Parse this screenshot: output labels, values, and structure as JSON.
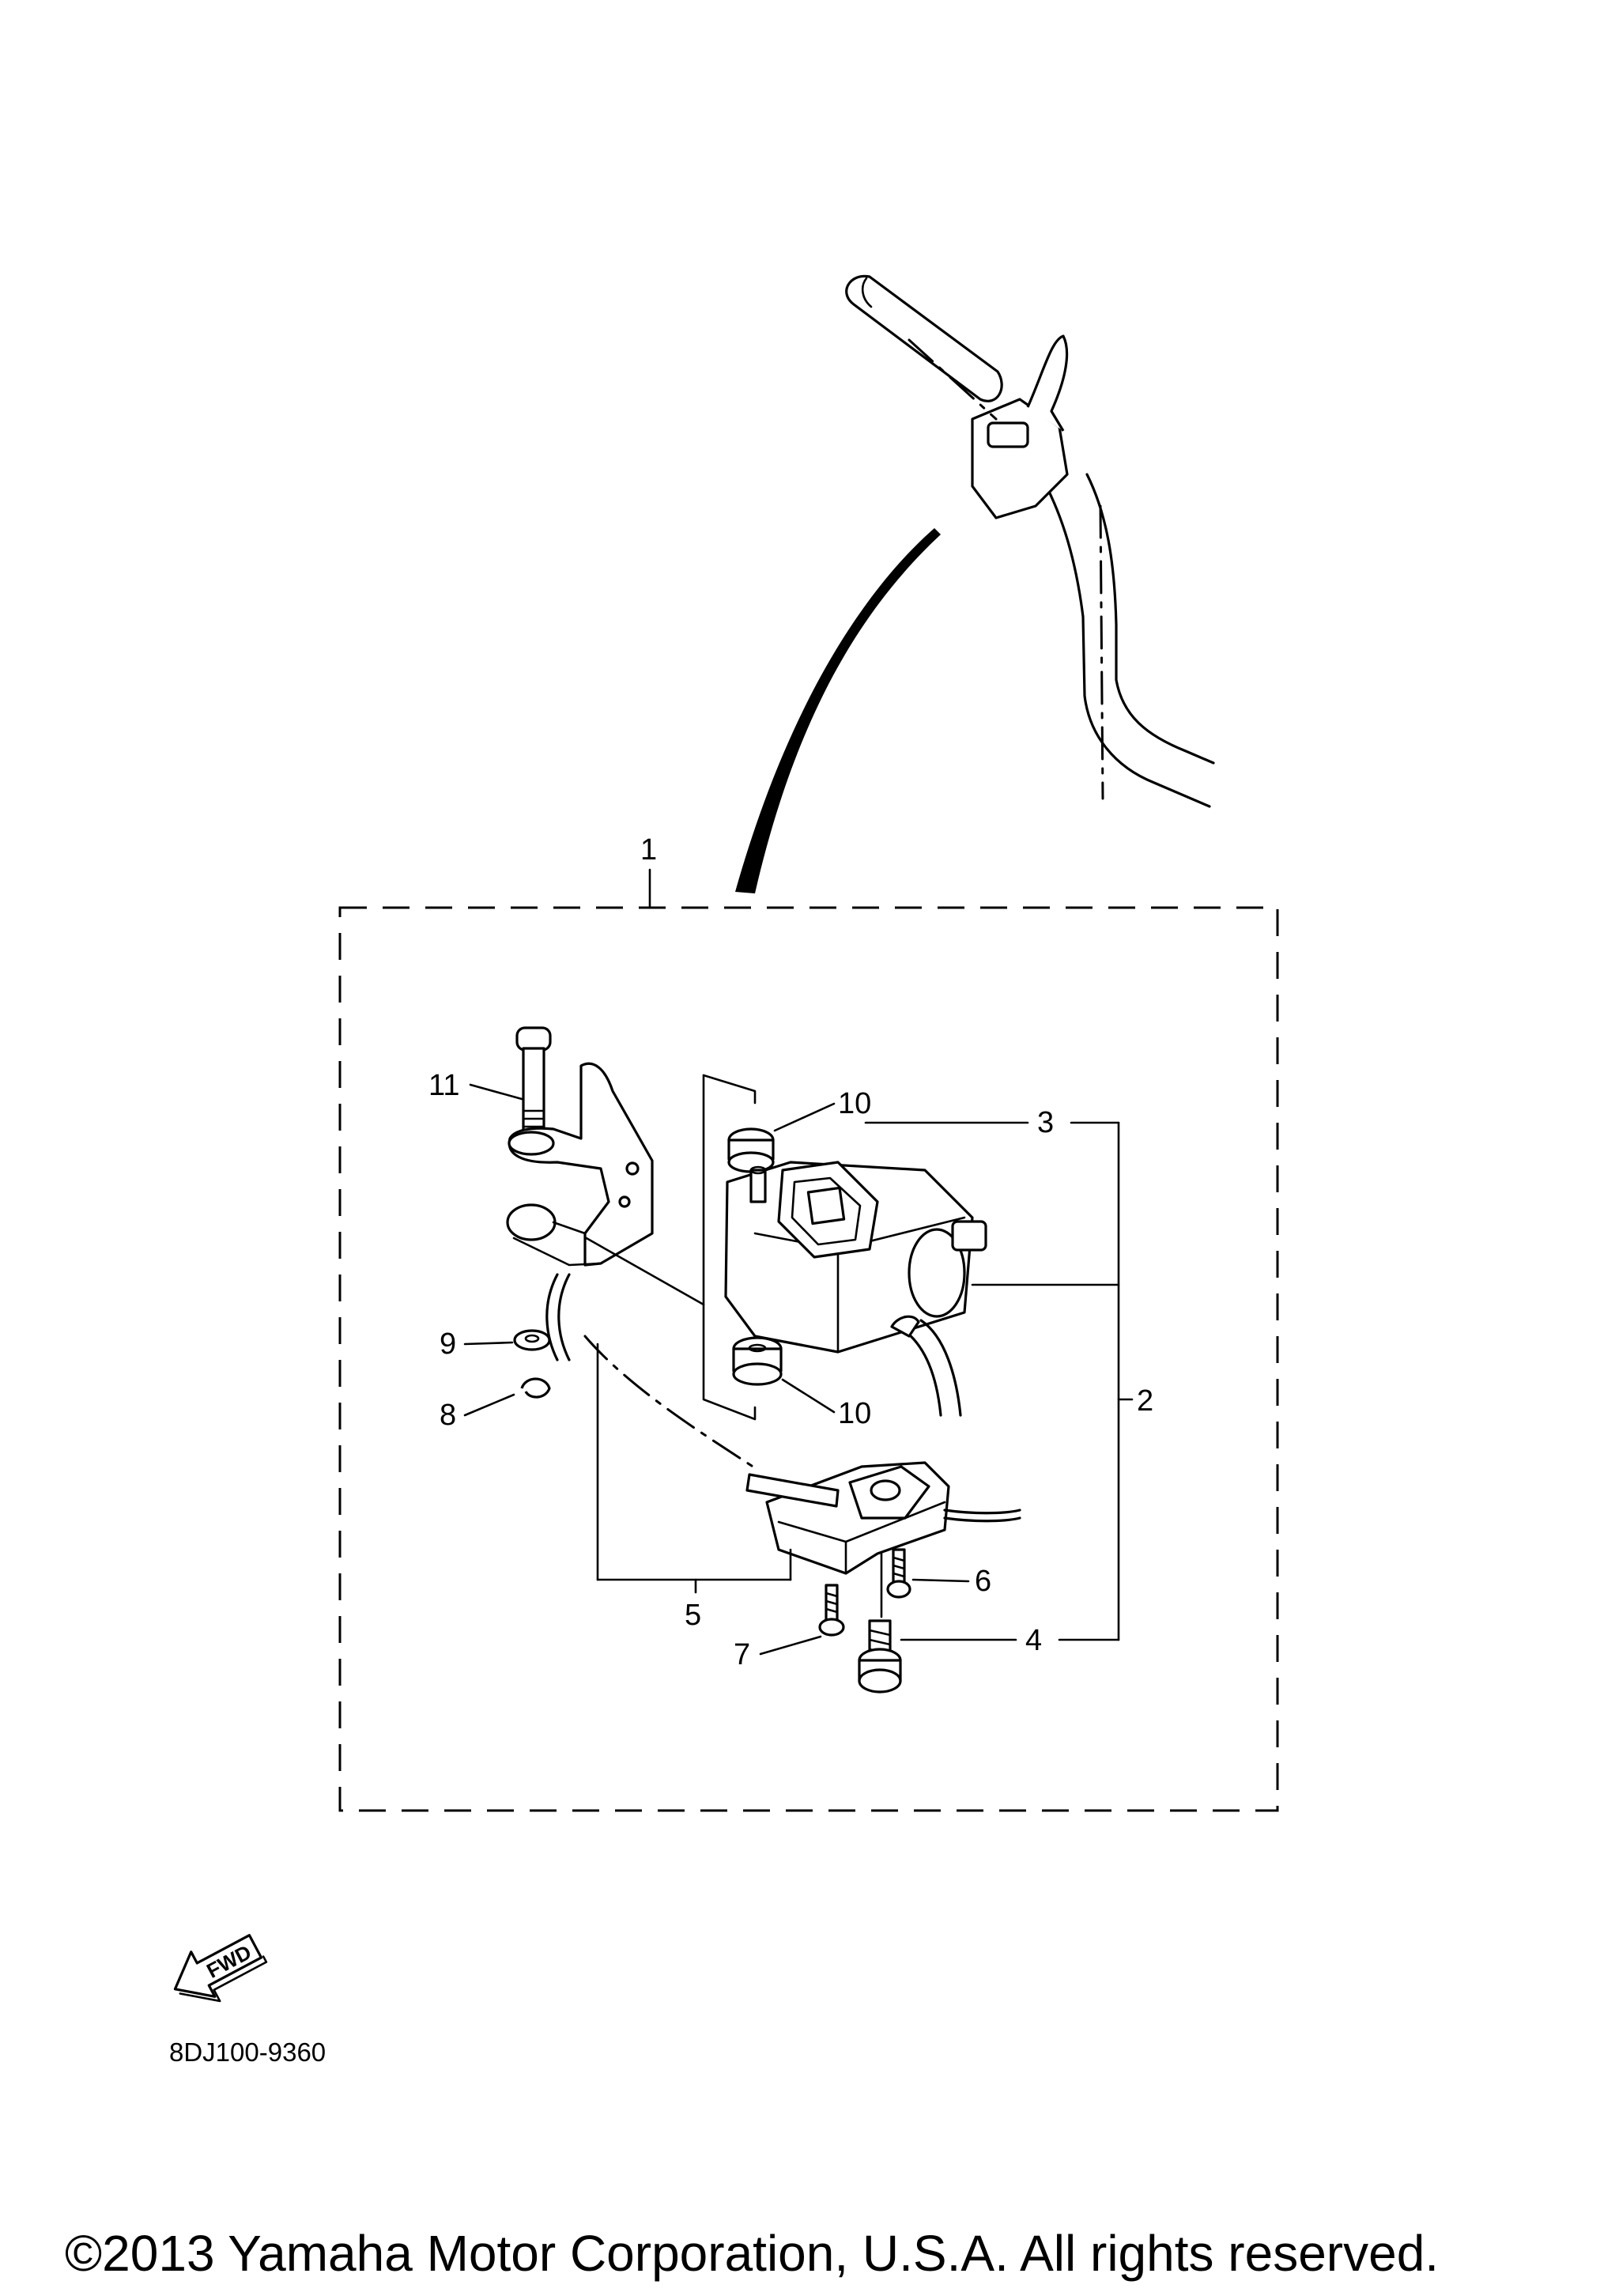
{
  "diagram_code": "8DJ100-9360",
  "copyright": "©2013 Yamaha Motor Corporation, U.S.A. All rights reserved.",
  "fwd_label": "FWD",
  "callouts": {
    "c1": "1",
    "c2": "2",
    "c3": "3",
    "c4": "4",
    "c5": "5",
    "c6": "6",
    "c7": "7",
    "c8": "8",
    "c9": "9",
    "c10a": "10",
    "c10b": "10",
    "c11": "11"
  }
}
